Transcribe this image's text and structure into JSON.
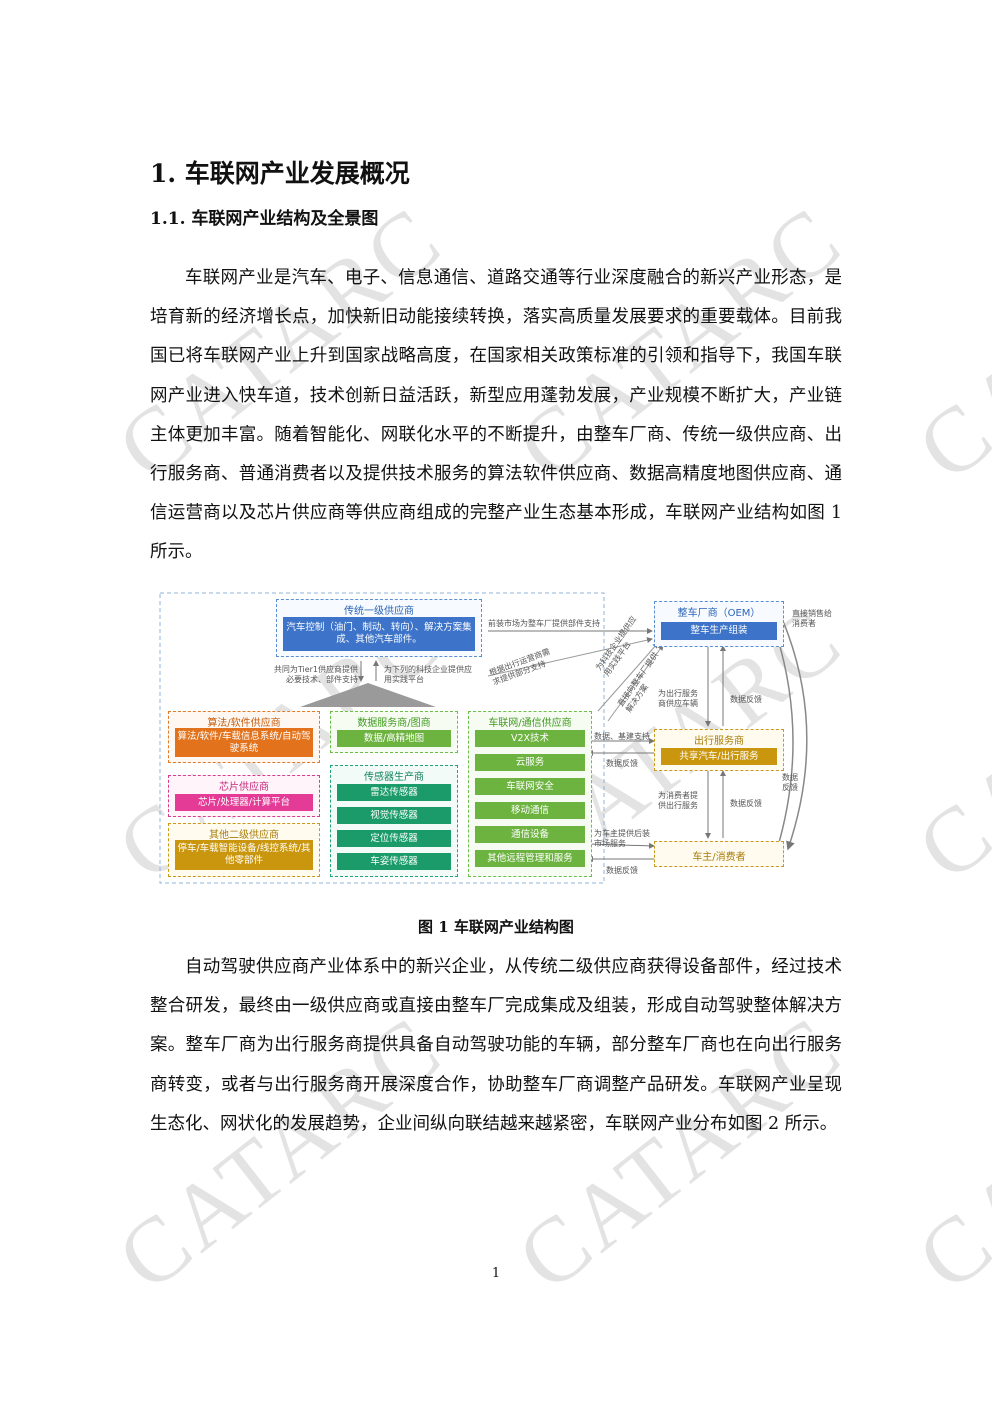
{
  "watermark": "CATARC",
  "heading1": "1.  车联网产业发展概况",
  "heading2": "1.1.  车联网产业结构及全景图",
  "paragraph1": "车联网产业是汽车、电子、信息通信、道路交通等行业深度融合的新兴产业形态，是培育新的经济增长点，加快新旧动能接续转换，落实高质量发展要求的重要载体。目前我国已将车联网产业上升到国家战略高度，在国家相关政策标准的引领和指导下，我国车联网产业进入快车道，技术创新日益活跃，新型应用蓬勃发展，产业规模不断扩大，产业链主体更加丰富。随着智能化、网联化水平的不断提升，由整车厂商、传统一级供应商、出行服务商、普通消费者以及提供技术服务的算法软件供应商、数据高精度地图供应商、通信运营商以及芯片供应商等供应商组成的完整产业生态基本形成，车联网产业结构如图 1 所示。",
  "figure": {
    "caption": "图 1  车联网产业结构图",
    "tier1": {
      "title": "传统一级供应商",
      "content": "汽车控制（油门、制动、转向）、解决方案集成、其他汽车部件。"
    },
    "oem": {
      "title": "整车厂商（OEM）",
      "content": "整车生产组装"
    },
    "mobility": {
      "title": "出行服务商",
      "content": "共享汽车/出行服务"
    },
    "consumer": {
      "title": "车主/消费者"
    },
    "algo": {
      "title": "算法/软件供应商",
      "content": "算法/软件/车载信息系统/自动驾驶系统"
    },
    "chip": {
      "title": "芯片供应商",
      "content": "芯片/处理器/计算平台"
    },
    "tier2": {
      "title": "其他二级供应商",
      "content": "停车/车载智能设备/线控系统/其他零部件"
    },
    "data": {
      "title": "数据服务商/图商",
      "content": "数据/高精地图"
    },
    "sensor": {
      "title": "传感器生产商",
      "items": [
        "雷达传感器",
        "视觉传感器",
        "定位传感器",
        "车姿传感器"
      ]
    },
    "telecom": {
      "title": "车联网/通信供应商",
      "items": [
        "V2X技术",
        "云服务",
        "车联网安全",
        "移动通信",
        "通信设备",
        "其他远程管理和服务"
      ]
    },
    "notes": {
      "n1": "前装市场为整车厂提供部件支持",
      "n2": "共同为Tier1供应商提供必要技术、部件支持",
      "n3": "为下列的科技企业提供应用实践平台",
      "n4": "根据出行运营商需求提供部分支持",
      "n5": "为科技企业提供应用实践平台",
      "n6": "直接向整车厂提供解决方案",
      "n7": "为出行服务商供应车辆",
      "n8": "数据反馈",
      "n9": "数据、基建支持",
      "n10": "数据反馈",
      "n11": "为消费者提供出行服务",
      "n12": "数据反馈",
      "n13": "为车主提供后装市场服务",
      "n14": "数据反馈",
      "n15": "直接销售给消费者",
      "n16": "数据反馈"
    }
  },
  "paragraph2": "自动驾驶供应商产业体系中的新兴企业，从传统二级供应商获得设备部件，经过技术整合研发，最终由一级供应商或直接由整车厂完成集成及组装，形成自动驾驶整体解决方案。整车厂商为出行服务商提供具备自动驾驶功能的车辆，部分整车厂商也在向出行服务商转变，或者与出行服务商开展深度合作，协助整车厂商调整产品研发。车联网产业呈现生态化、网状化的发展趋势，企业间纵向联结越来越紧密，车联网产业分布如图 2 所示。",
  "page_number": "1"
}
